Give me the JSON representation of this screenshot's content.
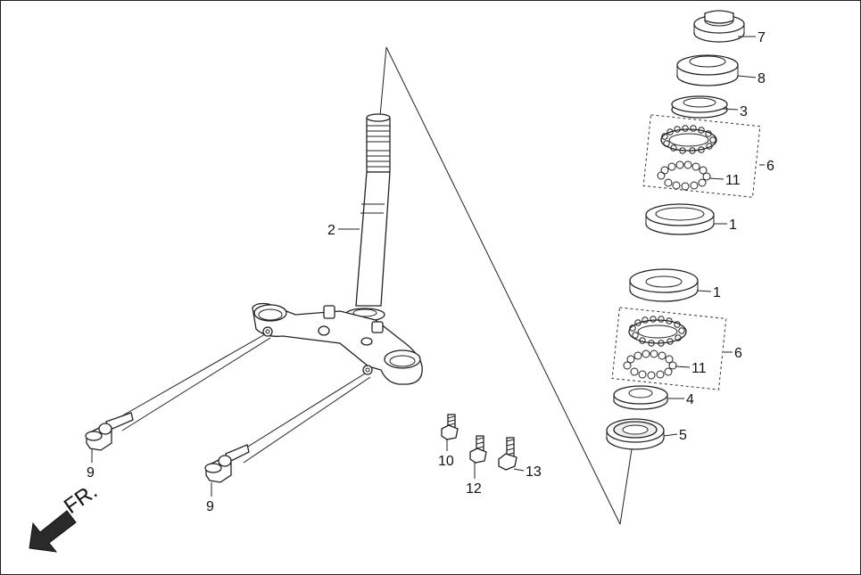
{
  "callouts": {
    "c7": "7",
    "c8": "8",
    "c3": "3",
    "c6_upper": "6",
    "c11_upper": "11",
    "c1_upper": "1",
    "c2": "2",
    "c1_lower": "1",
    "c6_lower": "6",
    "c11_lower": "11",
    "c4": "4",
    "c5": "5",
    "c9_left": "9",
    "c9_right": "9",
    "c10": "10",
    "c12": "12",
    "c13": "13"
  },
  "direction": {
    "label": "FR."
  }
}
